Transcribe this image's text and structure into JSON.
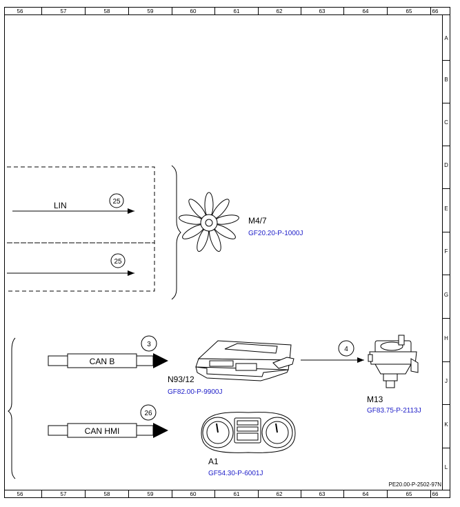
{
  "grid": {
    "columns": [
      "56",
      "57",
      "58",
      "59",
      "60",
      "61",
      "62",
      "63",
      "64",
      "65",
      "66"
    ],
    "rows": [
      "A",
      "B",
      "C",
      "D",
      "E",
      "F",
      "G",
      "H",
      "J",
      "K",
      "L"
    ]
  },
  "doc_ref": "PE20.00-P-2502-97N",
  "link_color": "#1c1cc8",
  "signals": {
    "lin": {
      "label": "LIN",
      "badge": "25"
    },
    "unlabeled": {
      "badge": "25"
    },
    "can_b": {
      "label": "CAN B",
      "badge": "3"
    },
    "can_hmi": {
      "label": "CAN HMI",
      "badge": "26"
    },
    "to_m13": {
      "badge": "4"
    }
  },
  "components": {
    "fan": {
      "id": "M4/7",
      "ref": "GF20.20-P-1000J",
      "icon": "fan-icon"
    },
    "control_unit": {
      "id": "N93/12",
      "ref": "GF82.00-P-9900J",
      "icon": "control-unit-icon"
    },
    "pump": {
      "id": "M13",
      "ref": "GF83.75-P-2113J",
      "icon": "pump-icon"
    },
    "cluster": {
      "id": "A1",
      "ref": "GF54.30-P-6001J",
      "icon": "instrument-cluster-icon"
    }
  }
}
